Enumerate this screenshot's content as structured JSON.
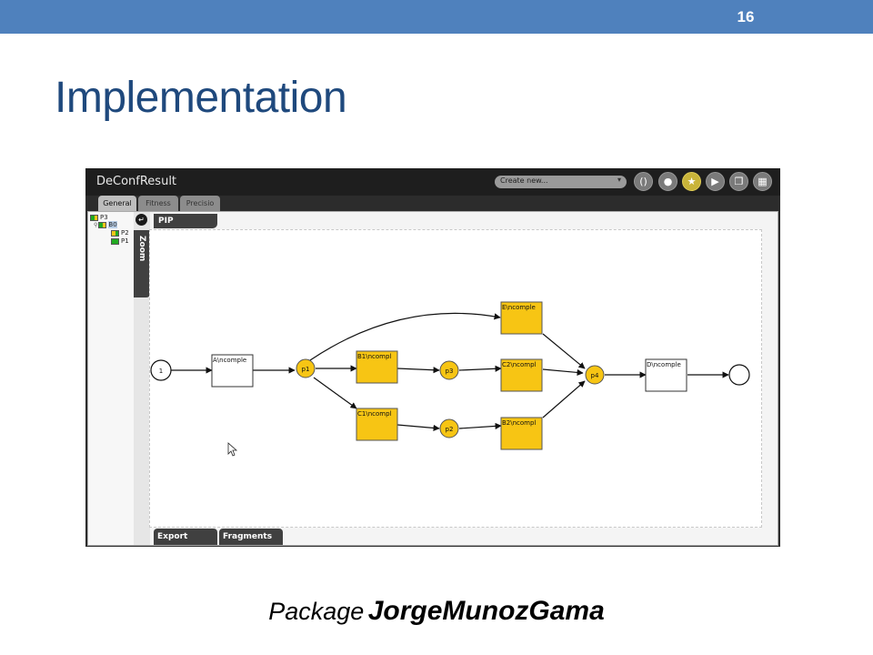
{
  "slide": {
    "number": "16",
    "title": "Implementation",
    "caption_prefix": "Package",
    "caption_name": "JorgeMunozGama",
    "colors": {
      "topbar": "#4f81bd",
      "title": "#1f497d"
    }
  },
  "app": {
    "window_title": "DeConfResult",
    "create_dropdown": {
      "value": "Create new...",
      "icon": "chevron-down-icon"
    },
    "toolbar_icons": [
      "parentheses-icon",
      "drop-icon",
      "star-icon",
      "play-icon",
      "copy-icon",
      "grid-icon"
    ],
    "tabs": [
      {
        "label": "General",
        "active": true
      },
      {
        "label": "Fitness",
        "active": false
      },
      {
        "label": "Precisio",
        "active": false
      }
    ],
    "tree": [
      {
        "label": "P3",
        "indent": 0,
        "colors": [
          "#22aa22",
          "#f0c419"
        ]
      },
      {
        "label": "B0",
        "indent": 1,
        "selected": true,
        "colors": [
          "#22aa22",
          "#f0c419"
        ]
      },
      {
        "label": "P2",
        "indent": 2,
        "colors": [
          "#f0c419",
          "#22aa22"
        ]
      },
      {
        "label": "P1",
        "indent": 2,
        "colors": [
          "#22aa22",
          "#22aa22"
        ]
      }
    ],
    "panels": {
      "pip": "PIP",
      "zoom": "Zoom",
      "export": "Export",
      "fragments": "Fragments"
    },
    "petri_net": {
      "start_place": "1",
      "transitions": {
        "A": "A\\ncomple",
        "B1": "B1\\ncompl",
        "C1": "C1\\ncompl",
        "E": "E\\ncomple",
        "C2": "C2\\ncompl",
        "B2": "B2\\ncompl",
        "D": "D\\ncomple"
      },
      "places": {
        "p1": "p1",
        "p2": "p2",
        "p3": "p3",
        "p4": "p4"
      },
      "highlight_color": "#f7c514"
    }
  }
}
